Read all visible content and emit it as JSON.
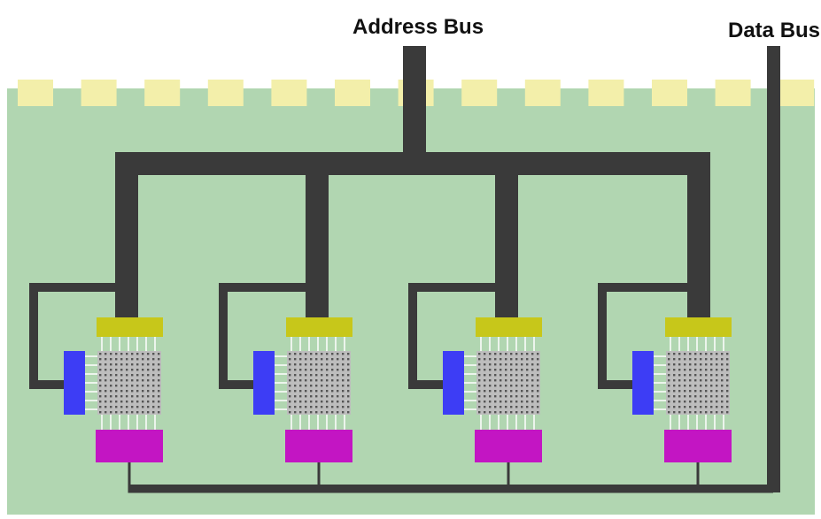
{
  "labels": {
    "address_bus": "Address Bus",
    "data_bus": "Data Bus"
  },
  "colors": {
    "background": "#ffffff",
    "board": "#b1d6b1",
    "board_contacts": "#f3efaa",
    "bus_dark": "#3a3a3a",
    "row_decoder": "#3d3df5",
    "column_decoder": "#c7c71a",
    "sense_amp": "#c315c3",
    "cell_array": "#bdbdbd",
    "cell_dot": "#555555",
    "pin": "#ffffff"
  },
  "memory_chip_count": 4,
  "board_contact_count": 13
}
